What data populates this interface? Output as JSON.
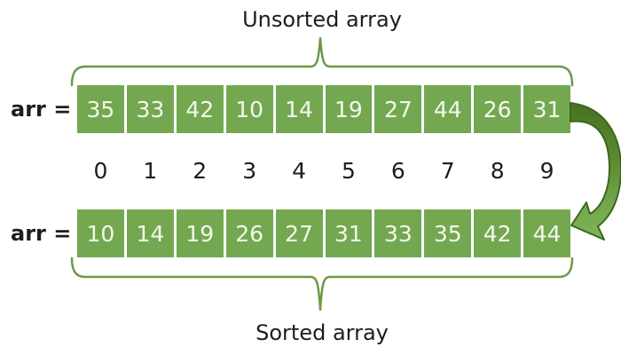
{
  "titles": {
    "top": "Unsorted array",
    "bottom": "Sorted array"
  },
  "unsorted": {
    "label": "arr =",
    "values": [
      "35",
      "33",
      "42",
      "10",
      "14",
      "19",
      "27",
      "44",
      "26",
      "31"
    ]
  },
  "indices": [
    "0",
    "1",
    "2",
    "3",
    "4",
    "5",
    "6",
    "7",
    "8",
    "9"
  ],
  "sorted": {
    "label": "arr =",
    "values": [
      "10",
      "14",
      "19",
      "26",
      "27",
      "31",
      "33",
      "35",
      "42",
      "44"
    ]
  },
  "icons": {
    "arrow": "curved-arrow-down-icon",
    "brace_top": "curly-brace-up",
    "brace_bottom": "curly-brace-down"
  },
  "colors": {
    "background": "#ffffff",
    "cell-green": "#74a850",
    "cell-text": "#f4f7ec",
    "brace-green": "#6b9a47",
    "arrow-dark": "#46701f",
    "arrow-light": "#7db455",
    "arrow-outline": "#3c671f",
    "text-dark": "#1d1d1d"
  }
}
